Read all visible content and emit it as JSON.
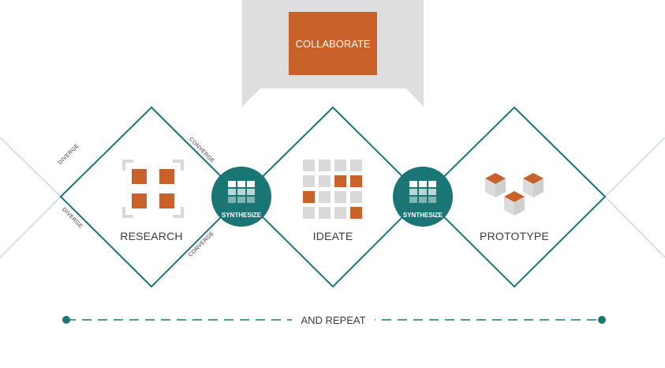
{
  "header": {
    "collaborate_label": "COLLABORATE"
  },
  "phases": [
    {
      "label": "RESEARCH"
    },
    {
      "label": "IDEATE"
    },
    {
      "label": "PROTOTYPE"
    }
  ],
  "synthesize": [
    {
      "label": "SYNTHESIZE"
    },
    {
      "label": "SYNTHESIZE"
    }
  ],
  "edges": {
    "diverge_top": "DIVERGE",
    "diverge_bottom": "DIVERGE",
    "converge_top": "CONVERGE",
    "converge_bottom": "CONVERGE"
  },
  "footer": {
    "repeat_label": "AND REPEAT"
  },
  "colors": {
    "teal": "#1a7575",
    "orange": "#c8612a",
    "gray": "#d9d9d9",
    "light_line": "#c9d9d9"
  },
  "icons": {
    "research": "focus-grid-icon",
    "ideate": "sticky-notes-grid-icon",
    "prototype": "cubes-icon",
    "synthesize": "grid-icon"
  }
}
